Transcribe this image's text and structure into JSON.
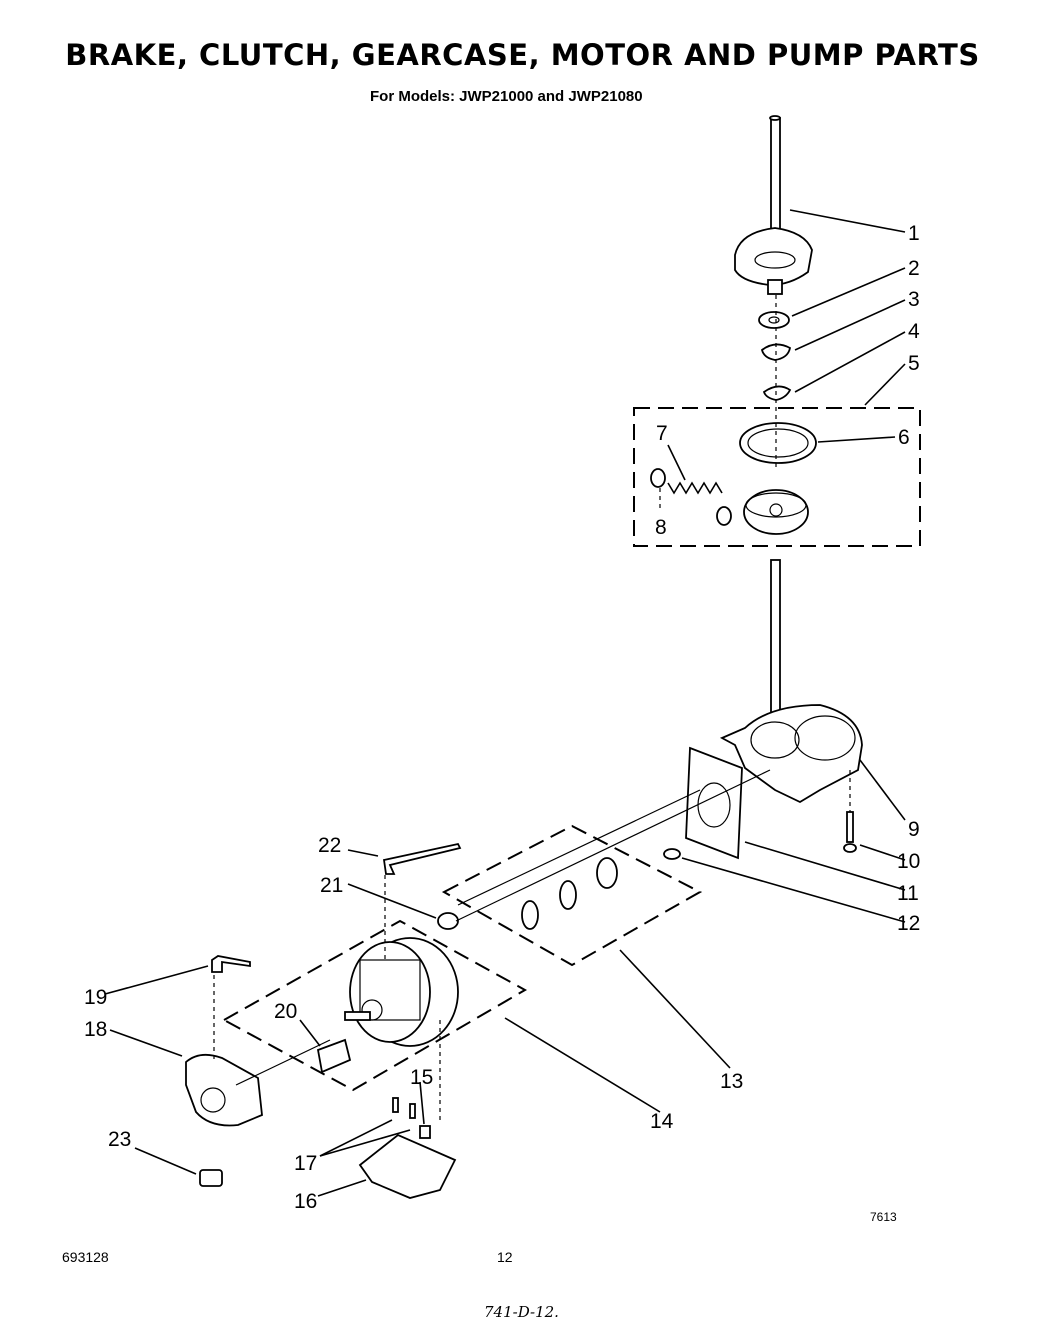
{
  "title": "BRAKE, CLUTCH, GEARCASE, MOTOR AND PUMP PARTS",
  "subtitle": "For Models: JWP21000 and JWP21080",
  "callouts": [
    "1",
    "2",
    "3",
    "4",
    "5",
    "6",
    "7",
    "8",
    "9",
    "10",
    "11",
    "12",
    "13",
    "14",
    "15",
    "16",
    "17",
    "18",
    "19",
    "20",
    "21",
    "22",
    "23"
  ],
  "drawing_code": "7613",
  "doc_number": "693128",
  "page_number": "12",
  "handwritten_note": "741-D-12."
}
